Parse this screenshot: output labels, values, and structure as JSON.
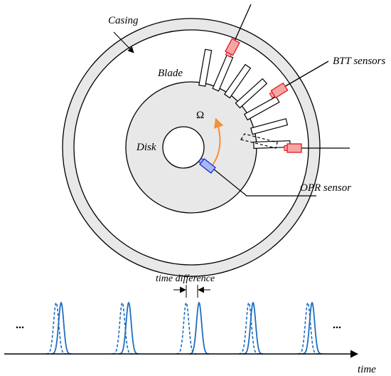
{
  "labels": {
    "casing": "Casing",
    "blade": "Blade",
    "btt_sensors": "BTT sensors",
    "omega": "Ω",
    "disk": "Disk",
    "opr_sensor": "OPR sensor",
    "time_difference": "time difference",
    "time_axis": "time",
    "ellipsis_left": "...",
    "ellipsis_right": "..."
  },
  "colors": {
    "casing_fill": "#e8e8e8",
    "disk_fill": "#e8e8e8",
    "btt_sensor_fill": "#f4a6a6",
    "btt_sensor_stroke": "#e8151b",
    "opr_sensor_fill": "#a9b8f0",
    "opr_sensor_stroke": "#1b2fd8",
    "rotation_arrow": "#f5903a",
    "pulse": "#1f6fbf"
  },
  "icons": [
    "rotation-arrow-icon",
    "time-difference-arrows-icon",
    "time-axis-arrow-icon"
  ]
}
